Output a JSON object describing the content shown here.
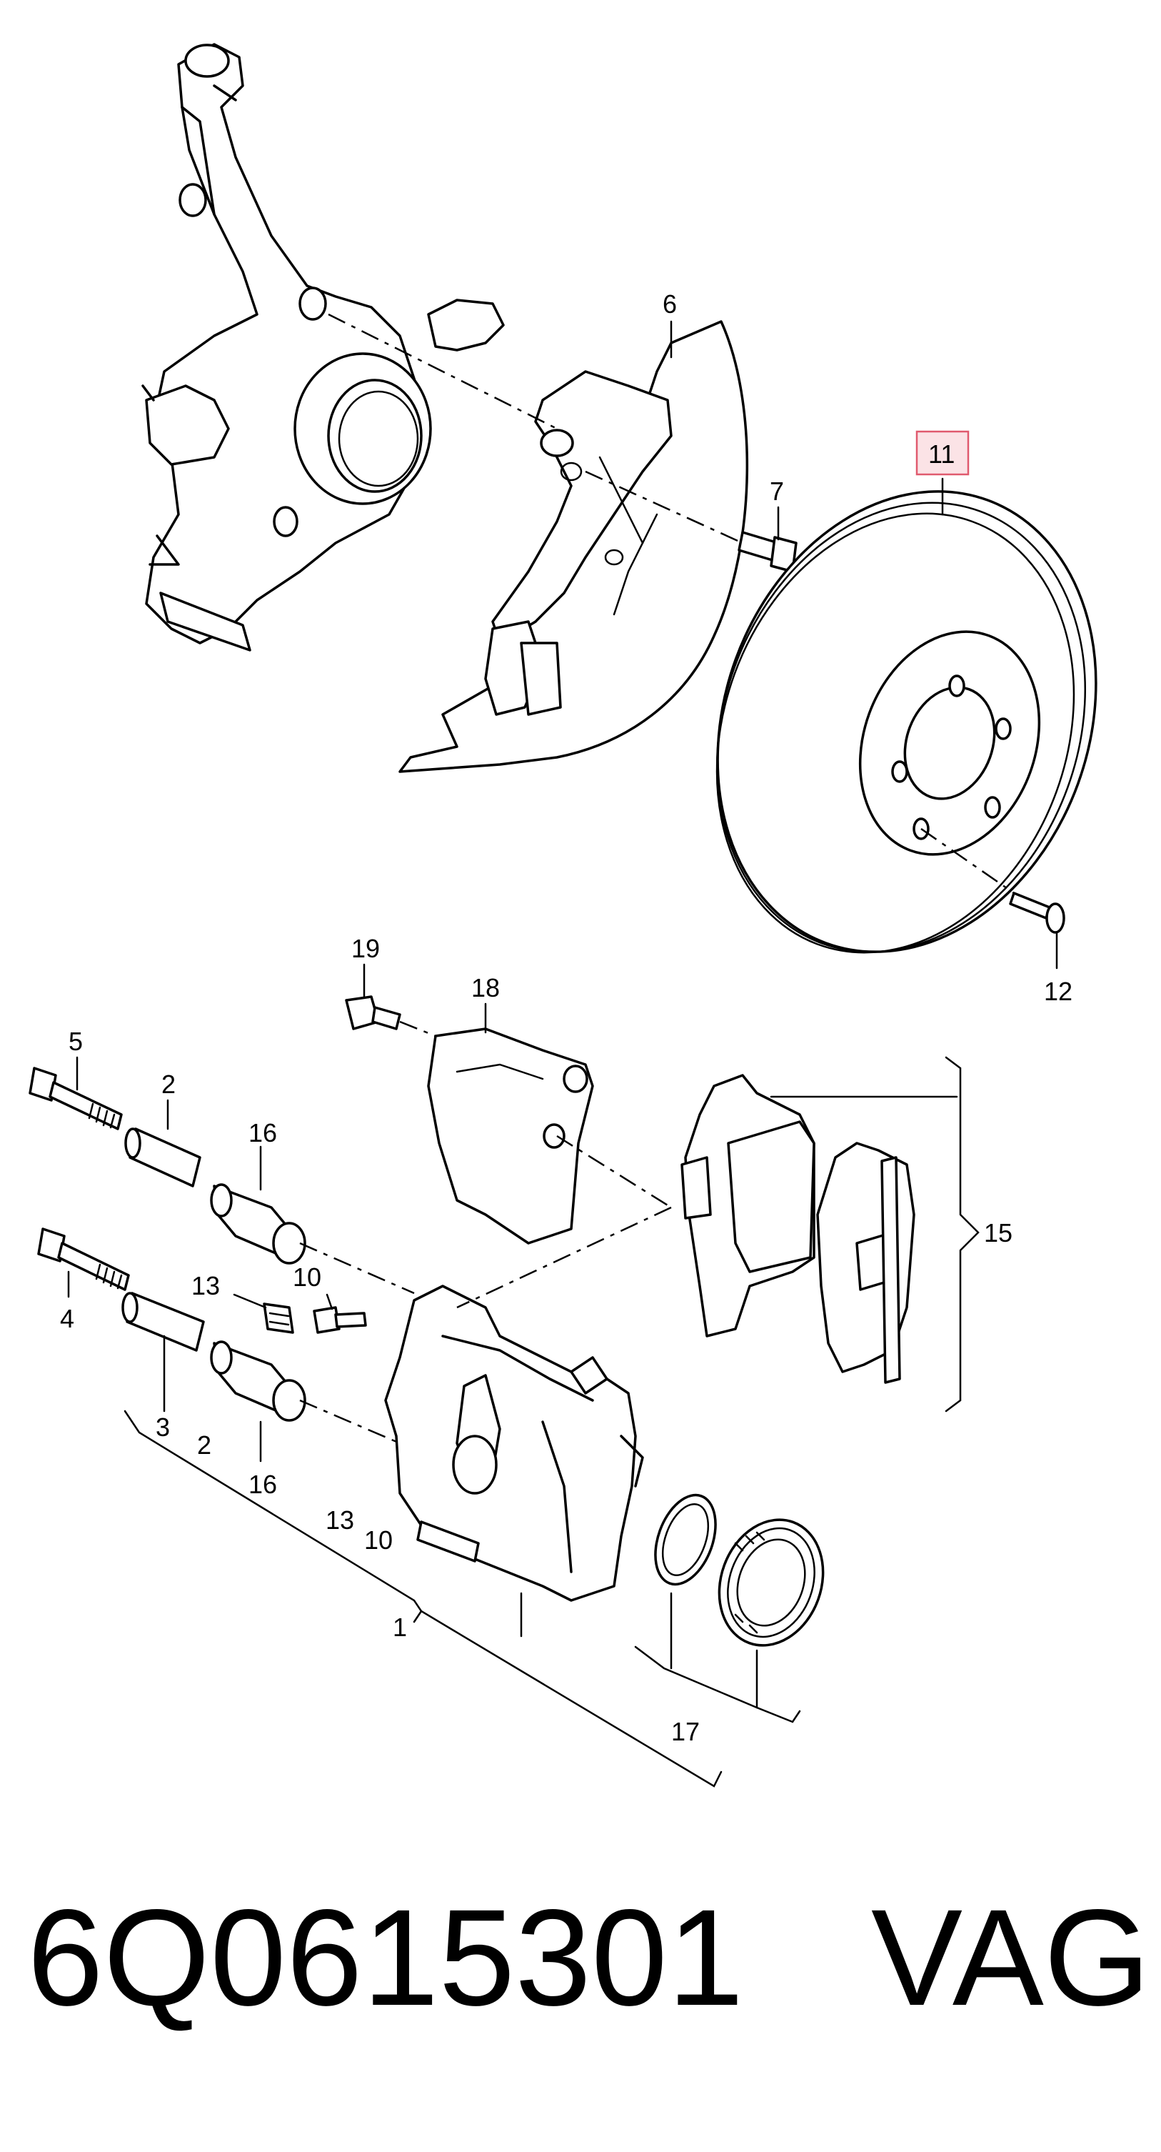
{
  "diagram": {
    "callouts": {
      "c1": "1",
      "c2a": "2",
      "c2b": "2",
      "c3": "3",
      "c4": "4",
      "c5": "5",
      "c6": "6",
      "c7": "7",
      "c10a": "10",
      "c10b": "10",
      "c11": "11",
      "c12": "12",
      "c13a": "13",
      "c13b": "13",
      "c15": "15",
      "c16a": "16",
      "c16b": "16",
      "c17": "17",
      "c18": "18",
      "c19": "19"
    },
    "highlighted_callout": "11",
    "highlight_color": "#e05a6e",
    "highlight_fill": "#fbe3e6"
  },
  "caption": {
    "part_number": "6Q0615301",
    "brand": "VAG"
  }
}
